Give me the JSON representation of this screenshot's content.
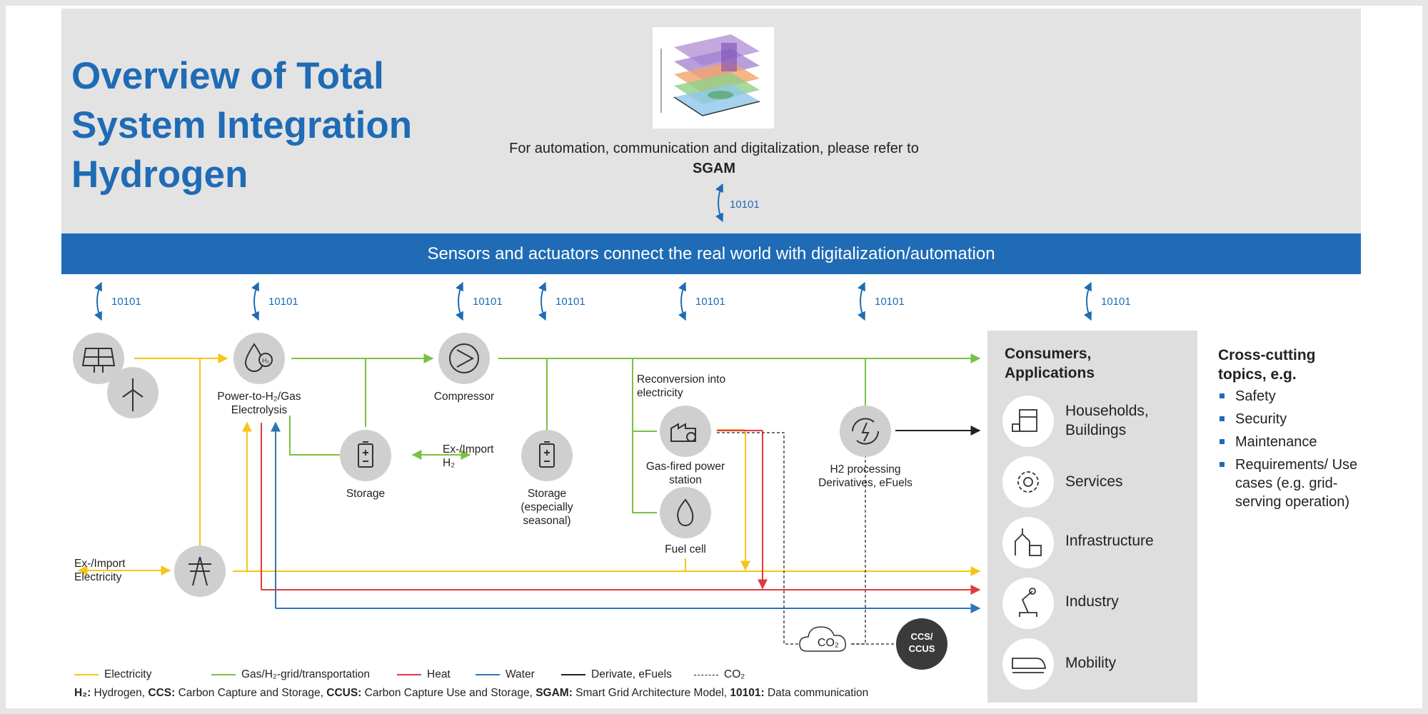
{
  "title": {
    "line1": "Overview of Total",
    "line2": "System Integration",
    "line3": "Hydrogen"
  },
  "sgam": {
    "text": "For automation, communication and digitalization, please refer to",
    "bold": "SGAM"
  },
  "data_comm_label": "10101",
  "banner": "Sensors and actuators connect the real world with digitalization/automation",
  "nodes": {
    "electrolysis": {
      "line1": "Power-to-H₂/Gas",
      "line2": "Electrolysis"
    },
    "compressor": "Compressor",
    "storage": "Storage",
    "ex_import_h2": {
      "line1": "Ex-/Import",
      "line2": "H₂"
    },
    "storage_seasonal": {
      "line1": "Storage",
      "line2": "(especially",
      "line3": "seasonal)"
    },
    "reconversion": {
      "line1": "Reconversion into",
      "line2": "electricity"
    },
    "gas_fired": {
      "line1": "Gas-fired power",
      "line2": "station"
    },
    "fuel_cell": "Fuel cell",
    "h2_processing": {
      "line1": "H2 processing",
      "line2": "Derivatives, eFuels"
    },
    "ex_import_elec": {
      "line1": "Ex-/Import",
      "line2": "Electricity"
    },
    "co2": "CO₂",
    "ccs": {
      "line1": "CCS/",
      "line2": "CCUS"
    }
  },
  "consumers": {
    "title": {
      "line1": "Consumers,",
      "line2": "Applications"
    },
    "items": [
      {
        "label1": "Households,",
        "label2": "Buildings",
        "icon": "house-icon"
      },
      {
        "label1": "Services",
        "label2": "",
        "icon": "gear-icon"
      },
      {
        "label1": "Infrastructure",
        "label2": "",
        "icon": "church-icon"
      },
      {
        "label1": "Industry",
        "label2": "",
        "icon": "robot-arm-icon"
      },
      {
        "label1": "Mobility",
        "label2": "",
        "icon": "train-icon"
      }
    ]
  },
  "cross_cutting": {
    "title": {
      "line1": "Cross-cutting",
      "line2": "topics, e.g."
    },
    "items": [
      "Safety",
      "Security",
      "Maintenance",
      "Requirements/ Use cases (e.g. grid-serving operation)"
    ]
  },
  "legend": [
    {
      "label": "Electricity",
      "color": "#f5c518",
      "style": "solid"
    },
    {
      "label": "Gas/H₂-grid/transportation",
      "color": "#7ac143",
      "style": "solid"
    },
    {
      "label": "Heat",
      "color": "#e03a3e",
      "style": "solid"
    },
    {
      "label": "Water",
      "color": "#2e75b6",
      "style": "solid"
    },
    {
      "label": "Derivate, eFuels",
      "color": "#222222",
      "style": "solid"
    },
    {
      "label": "CO₂",
      "color": "#222222",
      "style": "dashed"
    }
  ],
  "footnote": [
    {
      "term": "H₂:",
      "desc": " Hydrogen, "
    },
    {
      "term": "CCS:",
      "desc": " Carbon Capture and Storage, "
    },
    {
      "term": "CCUS:",
      "desc": " Carbon Capture Use and Storage, "
    },
    {
      "term": "SGAM:",
      "desc": " Smart Grid Architecture Model, "
    },
    {
      "term": "10101:",
      "desc": " Data communication"
    }
  ],
  "colors": {
    "accent": "#1f6bb5",
    "electricity": "#f5c518",
    "gas": "#7ac143",
    "heat": "#e03a3e",
    "water": "#2e75b6"
  }
}
